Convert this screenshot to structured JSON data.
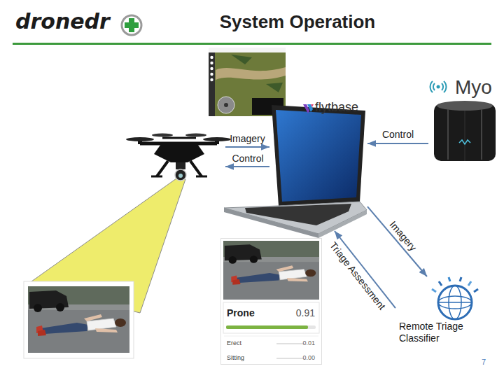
{
  "diagram": {
    "title": "System Operation",
    "nodes": [
      {
        "text": []
      },
      {
        "text": [
          "flytbase"
        ]
      },
      {
        "text": [
          "Myo"
        ]
      },
      {
        "text": [
          "Prone",
          "0.91",
          "Erect",
          "0.01",
          "Sitting",
          "0.00"
        ]
      },
      {
        "text": [
          "Remote Triage Classifier"
        ]
      }
    ],
    "edges": [
      {
        "from": 0,
        "to": 1,
        "label": "Imagery",
        "arrow": "to"
      },
      {
        "from": 1,
        "to": 0,
        "label": "Control",
        "arrow": "to"
      },
      {
        "from": 2,
        "to": 1,
        "label": "Control",
        "arrow": "to"
      },
      {
        "from": 1,
        "to": 4,
        "label": "Imagery",
        "arrow": "to"
      },
      {
        "from": 4,
        "to": 1,
        "label": "Triage Assessment",
        "arrow": "to"
      }
    ],
    "labels": [
      "dronedr",
      "7"
    ]
  }
}
